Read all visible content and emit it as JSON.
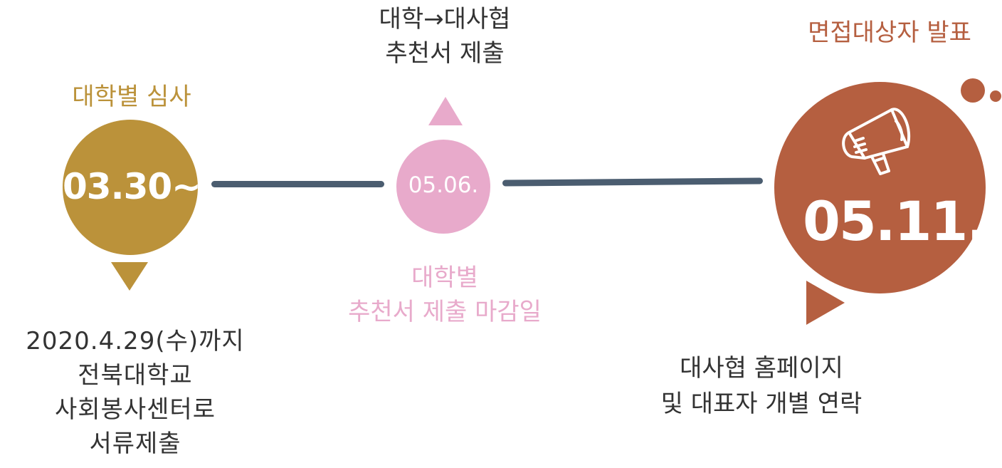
{
  "colors": {
    "gold": "#bb923a",
    "pink": "#e8aacb",
    "rust": "#b55f40",
    "line": "#4b5d70",
    "text_dark": "#333333"
  },
  "steps": [
    {
      "date": "03.30~",
      "top_label": "대학별 심사",
      "bottom_lines": [
        "2020.4.29(수)까지",
        "전북대학교",
        "사회봉사센터로",
        "서류제출"
      ]
    },
    {
      "date": "05.06.",
      "top_lines": [
        "대학→대사협",
        "추천서 제출"
      ],
      "bottom_lines": [
        "대학별",
        "추천서 제출 마감일"
      ]
    },
    {
      "date": "05.11.",
      "top_label": "면접대상자 발표",
      "icon": "megaphone-icon",
      "bottom_lines": [
        "대사협 홈페이지",
        "및 대표자 개별 연락"
      ]
    }
  ]
}
